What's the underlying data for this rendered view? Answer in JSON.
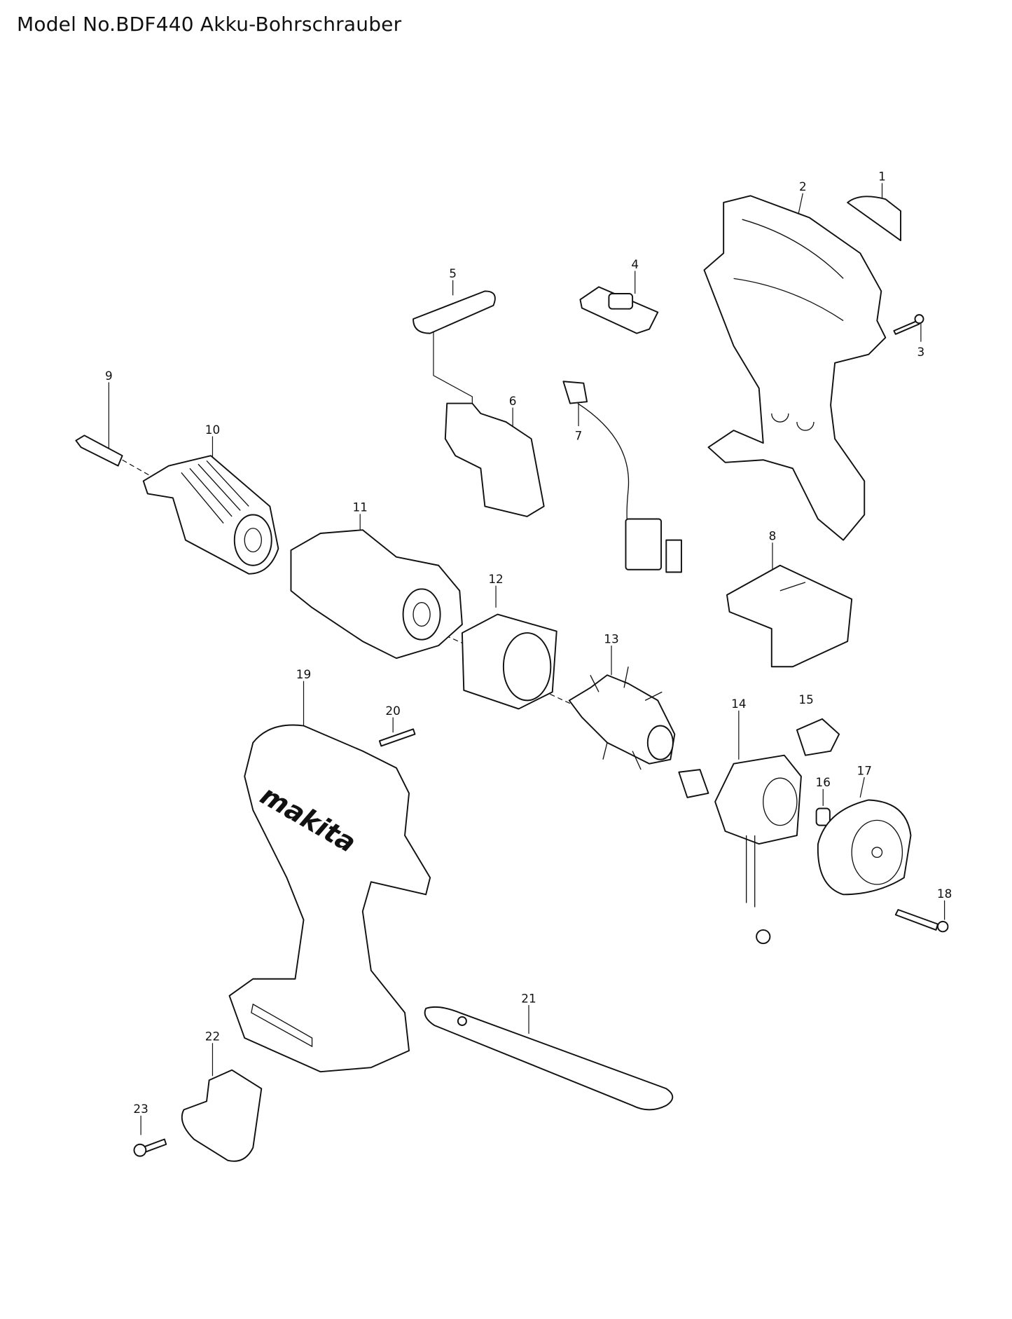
{
  "title": "Model No.BDF440 Akku-Bohrschrauber",
  "logo_text": "makita",
  "part_numbers": [
    "1",
    "2",
    "3",
    "4",
    "5",
    "6",
    "7",
    "8",
    "9",
    "10",
    "11",
    "12",
    "13",
    "14",
    "15",
    "16",
    "17",
    "18",
    "19",
    "20",
    "21",
    "22",
    "23"
  ]
}
